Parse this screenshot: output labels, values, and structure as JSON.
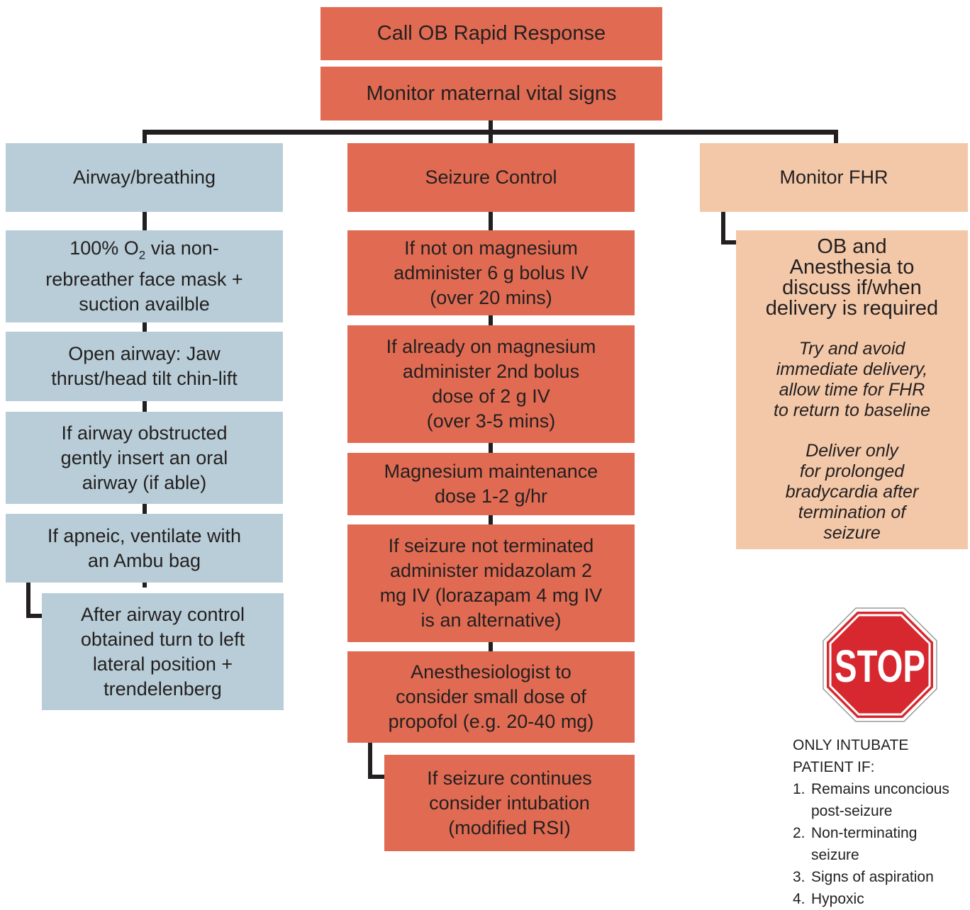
{
  "top": {
    "call": "Call OB Rapid Response",
    "monitor_vitals": "Monitor maternal vital signs"
  },
  "airway": {
    "header": "Airway/breathing",
    "step1": {
      "line1_pre": "100% O",
      "line1_sub": "2",
      "line1_post": " via non-",
      "line2": "rebreather face mask +",
      "line3": "suction availble"
    },
    "step2": [
      "Open airway: Jaw",
      "thrust/head tilt chin-lift"
    ],
    "step3": [
      "If airway obstructed",
      "gently insert an oral",
      "airway (if able)"
    ],
    "step4": [
      "If apneic, ventilate with",
      "an Ambu bag"
    ],
    "step5": [
      "After airway control",
      "obtained turn to left",
      "lateral position +",
      "trendelenberg"
    ]
  },
  "seizure": {
    "header": "Seizure Control",
    "step1": [
      "If not on magnesium",
      "administer 6 g bolus IV",
      "(over 20 mins)"
    ],
    "step2": [
      "If already on magnesium",
      "administer 2nd bolus",
      "dose of 2 g IV",
      "(over 3-5 mins)"
    ],
    "step3": [
      "Magnesium maintenance",
      "dose 1-2 g/hr"
    ],
    "step4": [
      "If seizure not terminated",
      "administer midazolam 2",
      "mg IV (lorazapam 4 mg IV",
      "is an alternative)"
    ],
    "step5": [
      "Anesthesiologist to",
      "consider small dose of",
      "propofol (e.g. 20-40 mg)"
    ],
    "step6": [
      "If seizure continues",
      "consider intubation",
      "(modified RSI)"
    ]
  },
  "fhr": {
    "header": "Monitor FHR",
    "main": [
      "OB and",
      "Anesthesia to",
      "discuss if/when",
      "delivery is required"
    ],
    "italic1": [
      "Try and avoid",
      "immediate delivery,",
      "allow time for FHR",
      "to return to baseline"
    ],
    "italic2": [
      "Deliver only",
      "for prolonged",
      "bradycardia after",
      "termination of",
      "seizure"
    ]
  },
  "stop_sign": {
    "label": "STOP",
    "color": "#d7282f"
  },
  "intubate": {
    "heading": [
      "ONLY INTUBATE",
      "PATIENT IF:"
    ],
    "items": [
      {
        "num": "1.",
        "lines": [
          "Remains unconcious",
          "post-seizure"
        ]
      },
      {
        "num": "2.",
        "lines": [
          "Non-terminating",
          "seizure"
        ]
      },
      {
        "num": "3.",
        "lines": [
          "Signs of aspiration"
        ]
      },
      {
        "num": "4.",
        "lines": [
          "Hypoxic"
        ]
      }
    ]
  },
  "colors": {
    "red_box": "#e06b52",
    "blue_box": "#b8cdd7",
    "peach_box": "#f3c8a8",
    "connector": "#231f20"
  }
}
